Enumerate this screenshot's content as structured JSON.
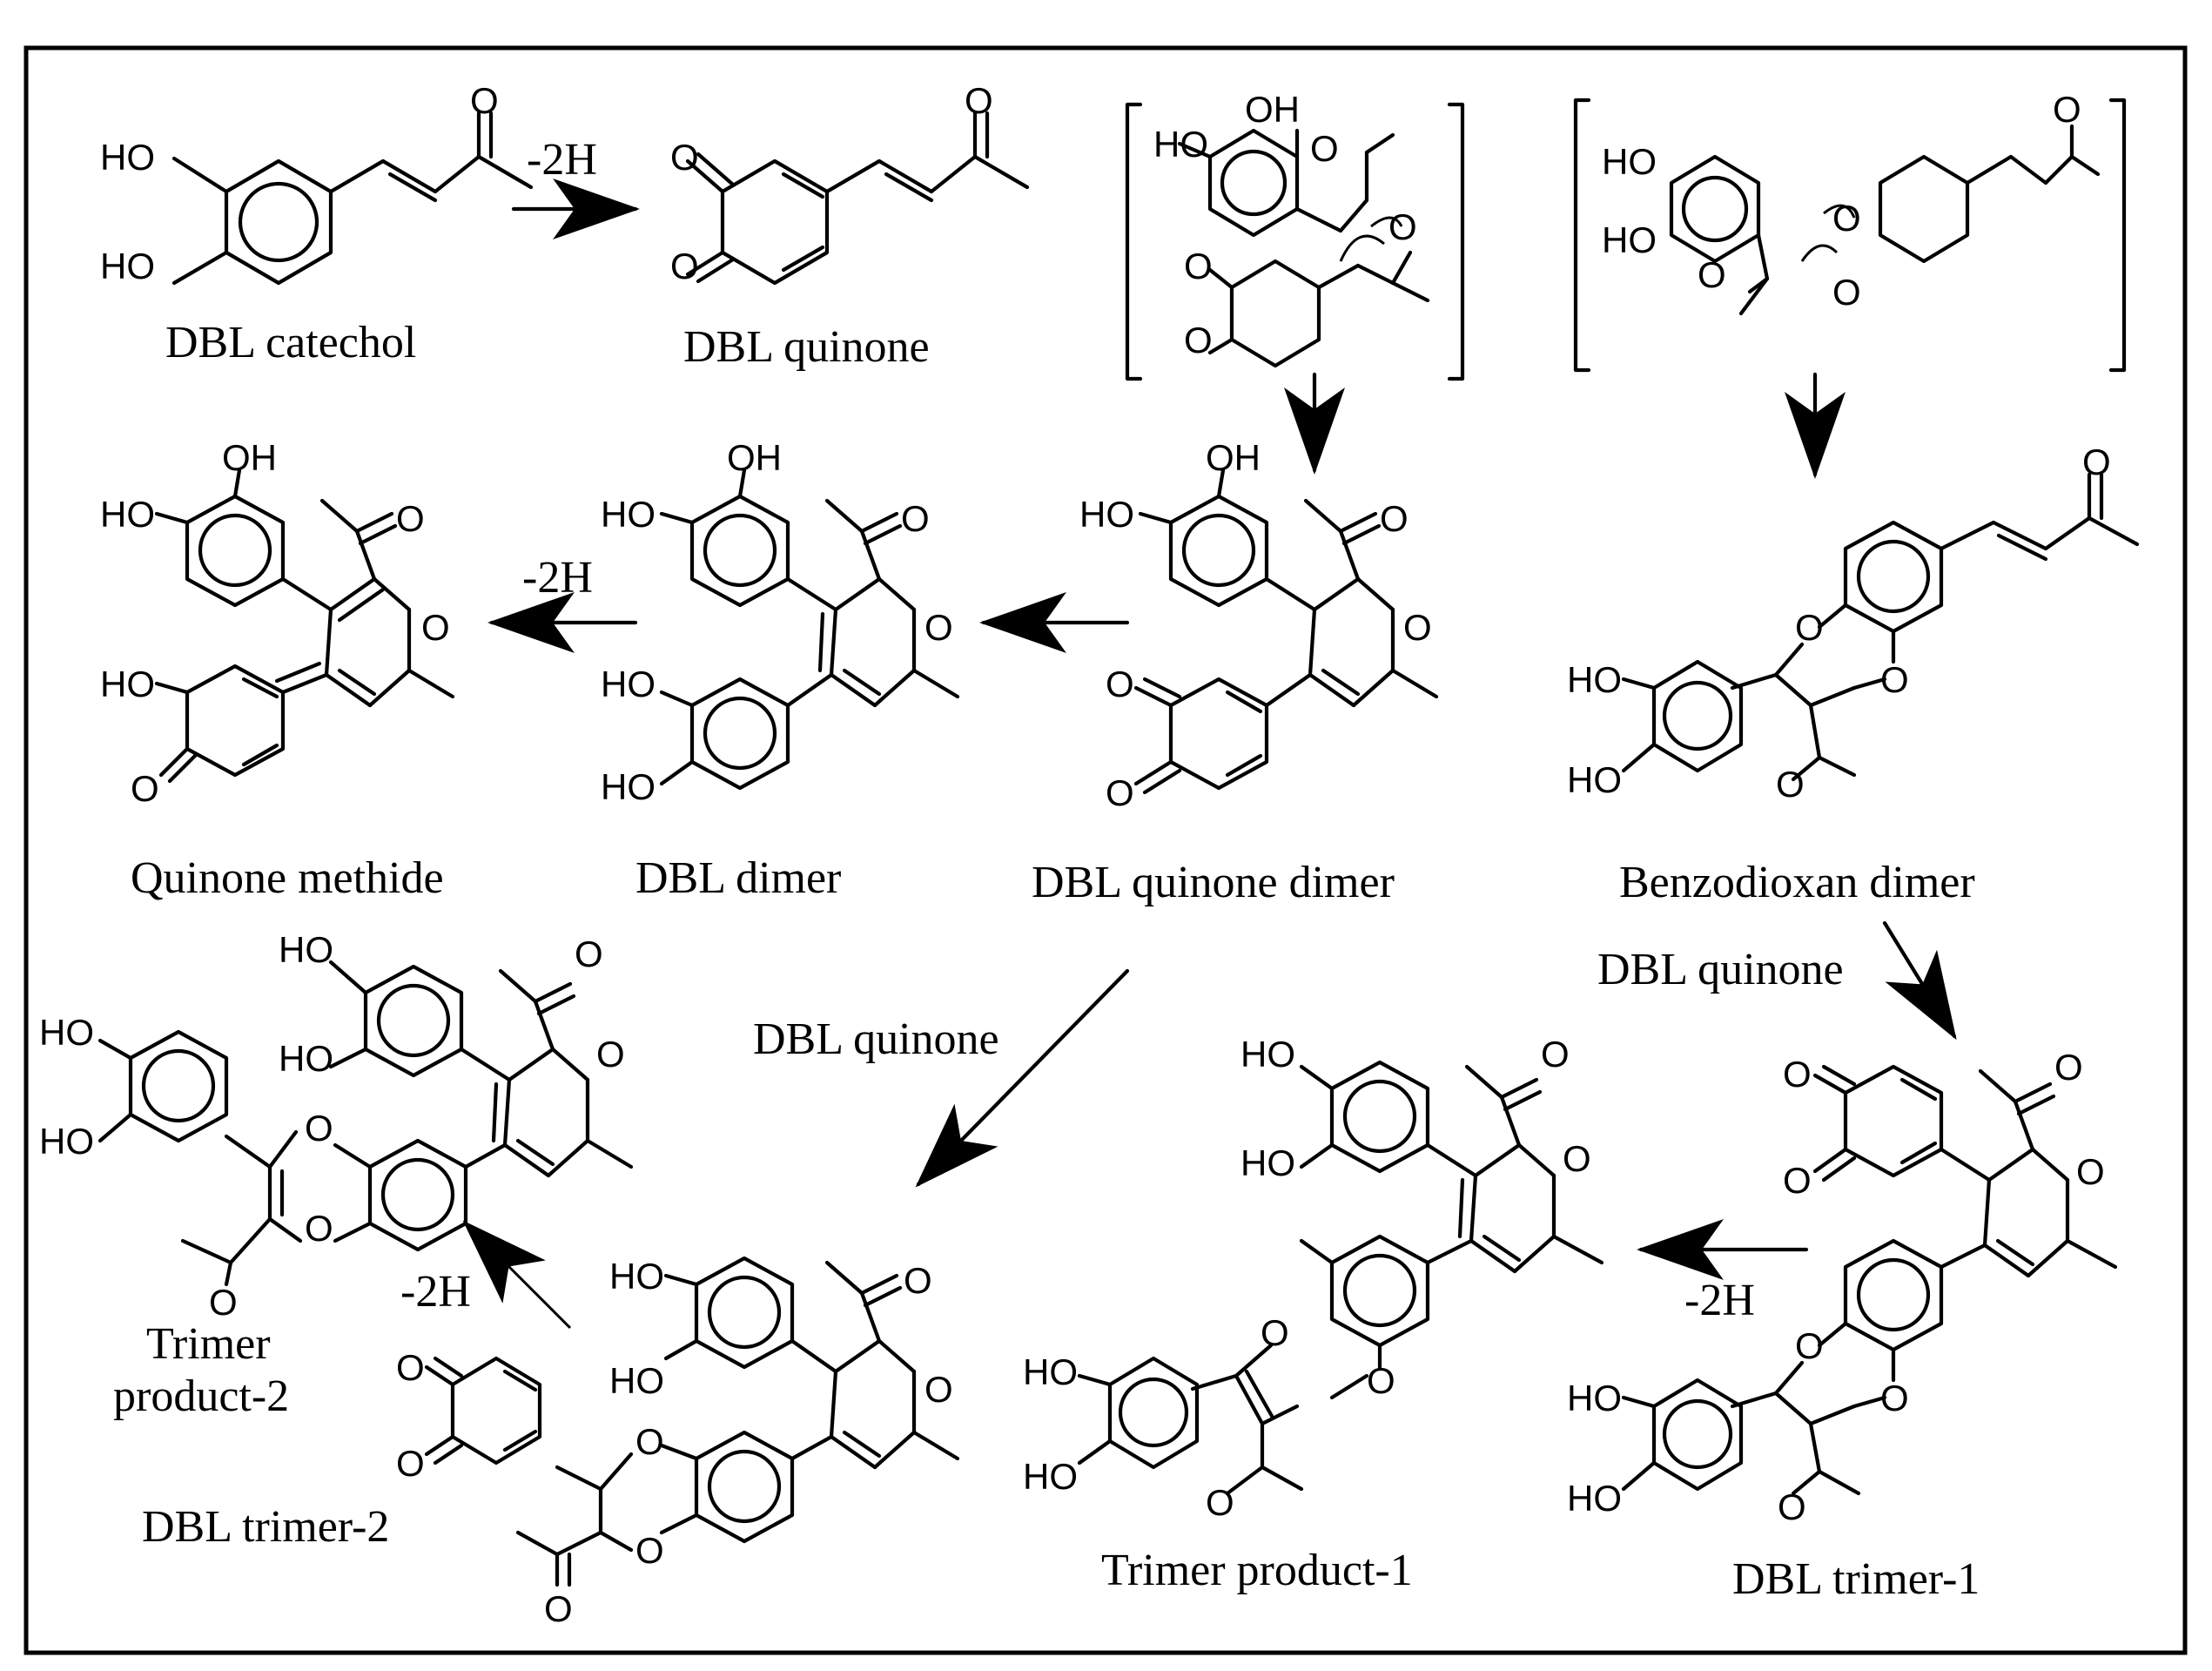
{
  "atoms": {
    "HO": "HO",
    "OH": "OH",
    "O": "O"
  },
  "arrows": {
    "minus_2H": "-2H",
    "reagent": "DBL quinone"
  },
  "compounds": {
    "dbl_catechol": "DBL catechol",
    "dbl_quinone": "DBL quinone",
    "quinone_methide": "Quinone methide",
    "dbl_dimer": "DBL dimer",
    "dbl_quinone_dimer": "DBL quinone dimer",
    "benzodioxan_dimer": "Benzodioxan dimer",
    "trimer_product_2_line1": "Trimer",
    "trimer_product_2_line2": "product-2",
    "dbl_trimer_2": "DBL trimer-2",
    "trimer_product_1": "Trimer product-1",
    "dbl_trimer_1": "DBL trimer-1"
  }
}
